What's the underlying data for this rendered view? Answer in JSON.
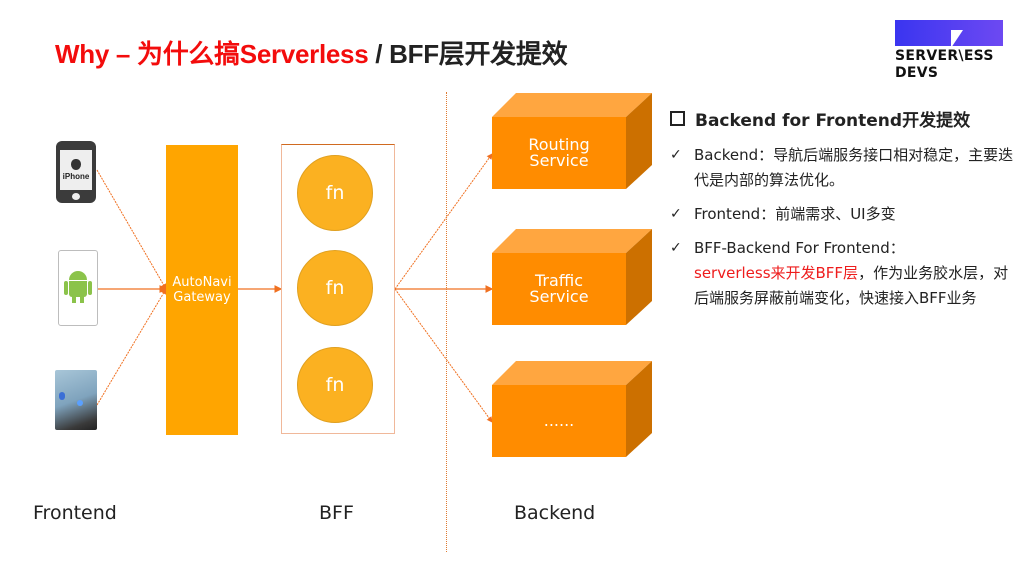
{
  "title": {
    "red_part": "Why – 为什么搞Serverless",
    "separator": " / ",
    "dark_part": "BFF层开发提效"
  },
  "logo": {
    "line1": "SERVER\\ESS",
    "line2": "DEVS",
    "colors": {
      "bar_start": "#3a35f0",
      "bar_end": "#6d49f2"
    }
  },
  "diagram": {
    "frontend_devices": [
      {
        "name": "iPhone",
        "label": "iPhone"
      },
      {
        "name": "Android phone",
        "label": ""
      },
      {
        "name": "Car navigation screen",
        "label": ""
      }
    ],
    "gateway": {
      "label_line1": "AutoNavi",
      "label_line2": "Gateway"
    },
    "bff_functions": [
      "fn",
      "fn",
      "fn"
    ],
    "backend_services": [
      {
        "line1": "Routing",
        "line2": "Service"
      },
      {
        "line1": "Traffic",
        "line2": "Service"
      },
      {
        "line1": "......",
        "line2": ""
      }
    ],
    "column_labels": {
      "frontend": "Frontend",
      "bff": "BFF",
      "backend": "Backend"
    },
    "colors": {
      "gateway": "#ffa500",
      "fn": "#fbb121",
      "service_front": "#ff8c00",
      "service_top": "#ffa640",
      "service_side": "#cc7000",
      "arrow": "#f07020"
    }
  },
  "panel": {
    "heading": "Backend for Frontend开发提效",
    "items": [
      {
        "text": "Backend：导航后端服务接口相对稳定，主要迭代是内部的算法优化。"
      },
      {
        "text": "Frontend：前端需求、UI多变"
      },
      {
        "prefix": "BFF-Backend For Frontend：",
        "highlight": "serverless来开发BFF层",
        "suffix": "，作为业务胶水层，对后端服务屏蔽前端变化，快速接入BFF业务"
      }
    ],
    "check_glyph": "✓"
  }
}
